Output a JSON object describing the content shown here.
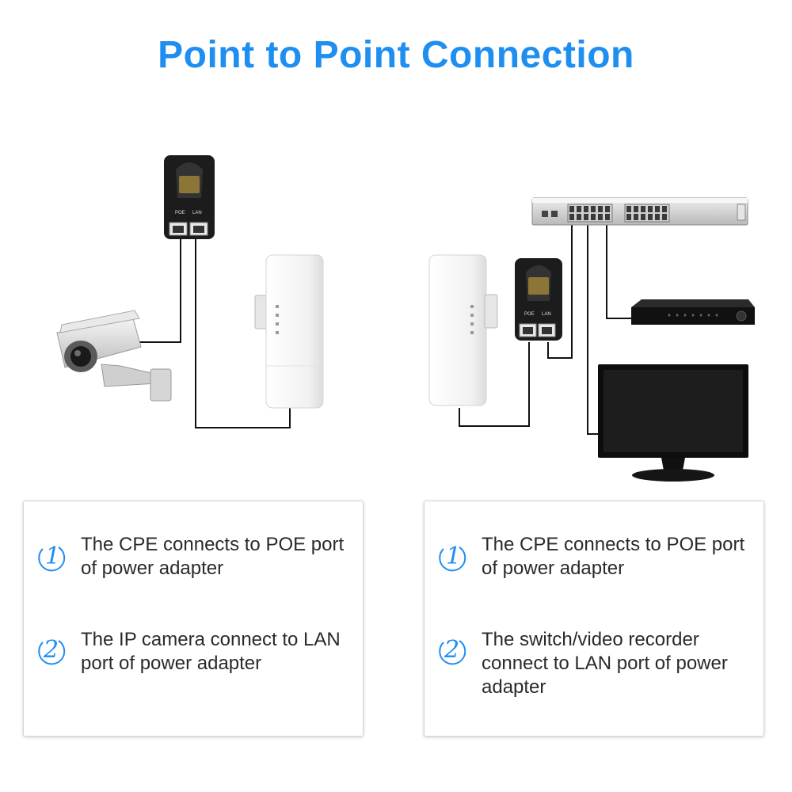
{
  "title": "Point to Point Connection",
  "accent_color": "#1f8ef1",
  "devices": {
    "left_poe_port_label": "POE",
    "left_lan_port_label": "LAN",
    "right_poe_port_label": "POE",
    "right_lan_port_label": "LAN"
  },
  "cards": {
    "left": {
      "step1_number": "1",
      "step1_text": "The CPE connects to POE port of power adapter",
      "step2_number": "2",
      "step2_text": "The IP camera connect to LAN port of power adapter"
    },
    "right": {
      "step1_number": "1",
      "step1_text": "The CPE connects to POE port of power adapter",
      "step2_number": "2",
      "step2_text": "The switch/video recorder connect to LAN port of power adapter"
    }
  }
}
